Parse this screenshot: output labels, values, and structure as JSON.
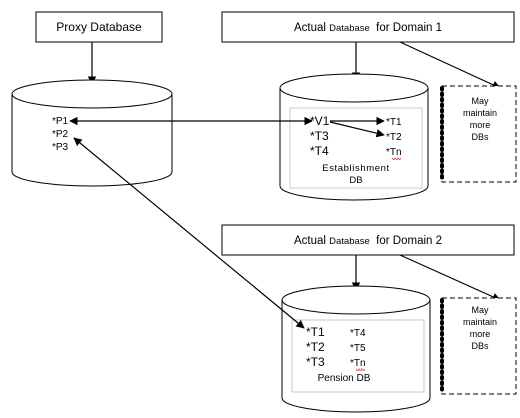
{
  "proxy": {
    "title": "Proxy Database",
    "entries": [
      "*P1",
      "*P2",
      "*P3"
    ]
  },
  "domain1": {
    "title_main": "Actual ",
    "title_small": "Database",
    "title_tail": "  for Domain 1",
    "cells": [
      "*V1",
      "*T1",
      "*T3",
      "*T2",
      "*T4",
      "*Tn"
    ],
    "db_label_line1": "Establishment",
    "db_label_line2": "DB",
    "note_lines": [
      "May",
      "maintain",
      "more",
      "DBs"
    ]
  },
  "domain2": {
    "title_main": "Actual ",
    "title_small": "Database",
    "title_tail": "  for Domain 2",
    "cells": [
      "*T1",
      "*T4",
      "*T2",
      "*T5",
      "*T3",
      "*Tn"
    ],
    "db_label": "Pension DB",
    "note_lines": [
      "May",
      "maintain",
      "more",
      "DBs"
    ]
  }
}
